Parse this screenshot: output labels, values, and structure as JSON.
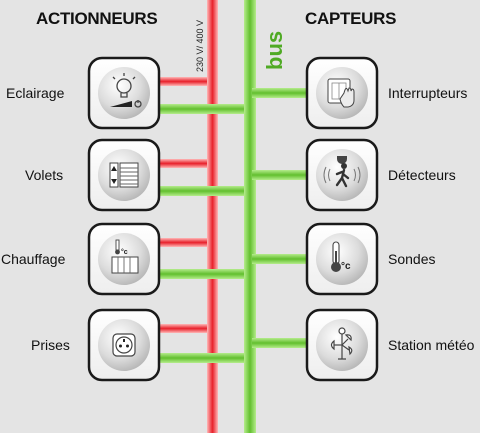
{
  "headings": {
    "actionneurs": "ACTIONNEURS",
    "capteurs": "CAPTEURS"
  },
  "rails": {
    "power_label": "230 V/ 400 V",
    "power_color": "#e8202a",
    "bus_label": "bus",
    "bus_color": "#6cc33a"
  },
  "actionneurs": [
    {
      "label": "Eclairage",
      "icon": "lamp-dimmer-icon"
    },
    {
      "label": "Volets",
      "icon": "shutter-icon"
    },
    {
      "label": "Chauffage",
      "icon": "radiator-thermometer-icon"
    },
    {
      "label": "Prises",
      "icon": "power-socket-icon"
    }
  ],
  "capteurs": [
    {
      "label": "Interrupteurs",
      "icon": "switch-hand-icon"
    },
    {
      "label": "Détecteurs",
      "icon": "motion-detector-icon"
    },
    {
      "label": "Sondes",
      "icon": "thermometer-icon",
      "unit": "°c"
    },
    {
      "label": "Station météo",
      "icon": "anemometer-icon"
    }
  ],
  "icon_units": {
    "chauffage": "°c"
  }
}
